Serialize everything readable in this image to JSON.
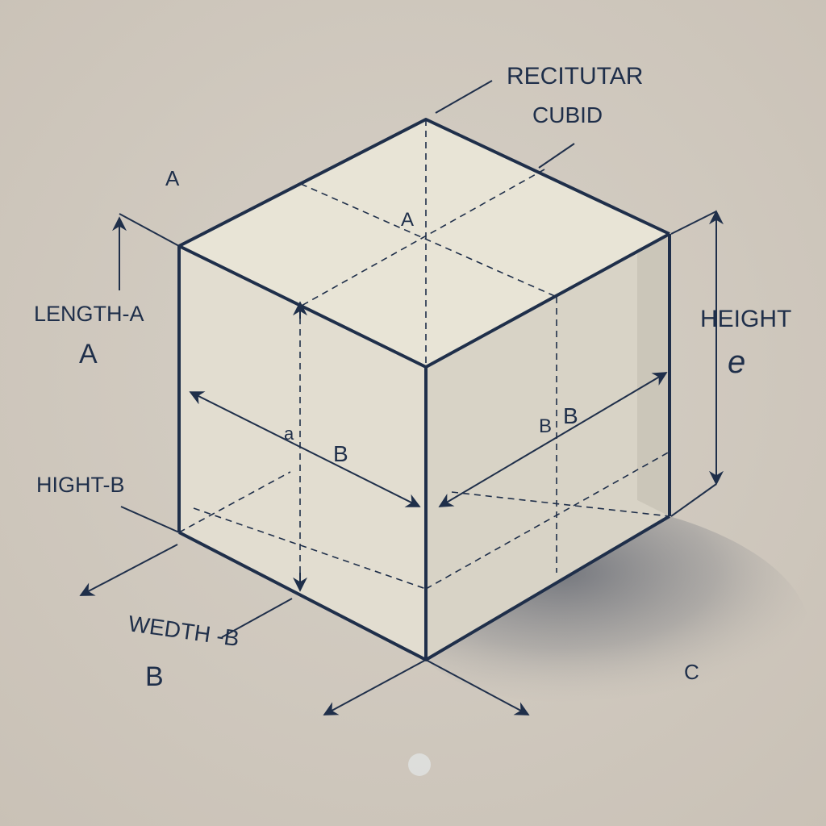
{
  "title": {
    "line1": "RECITUTAR",
    "line2": "CUBID"
  },
  "labels": {
    "top_left_a": "A",
    "top_face_a": "A",
    "length_text": "LENGTH-A",
    "length_letter": "A",
    "hight_b": "HIGHT-B",
    "front_b": "B",
    "front_small": "a",
    "side_b": "B",
    "side_small": "B",
    "height_text": "HEIGHT",
    "height_letter": "e",
    "wedth_text": "WEDTH -B",
    "wedth_letter": "B",
    "corner_c": "C"
  },
  "colors": {
    "background": "#cfc8be",
    "ink": "#1f2f4a",
    "face_top": "#e8e4d6",
    "face_front": "#e2ddd0",
    "face_right": "#d8d3c6",
    "shadow": "#2a3448"
  }
}
